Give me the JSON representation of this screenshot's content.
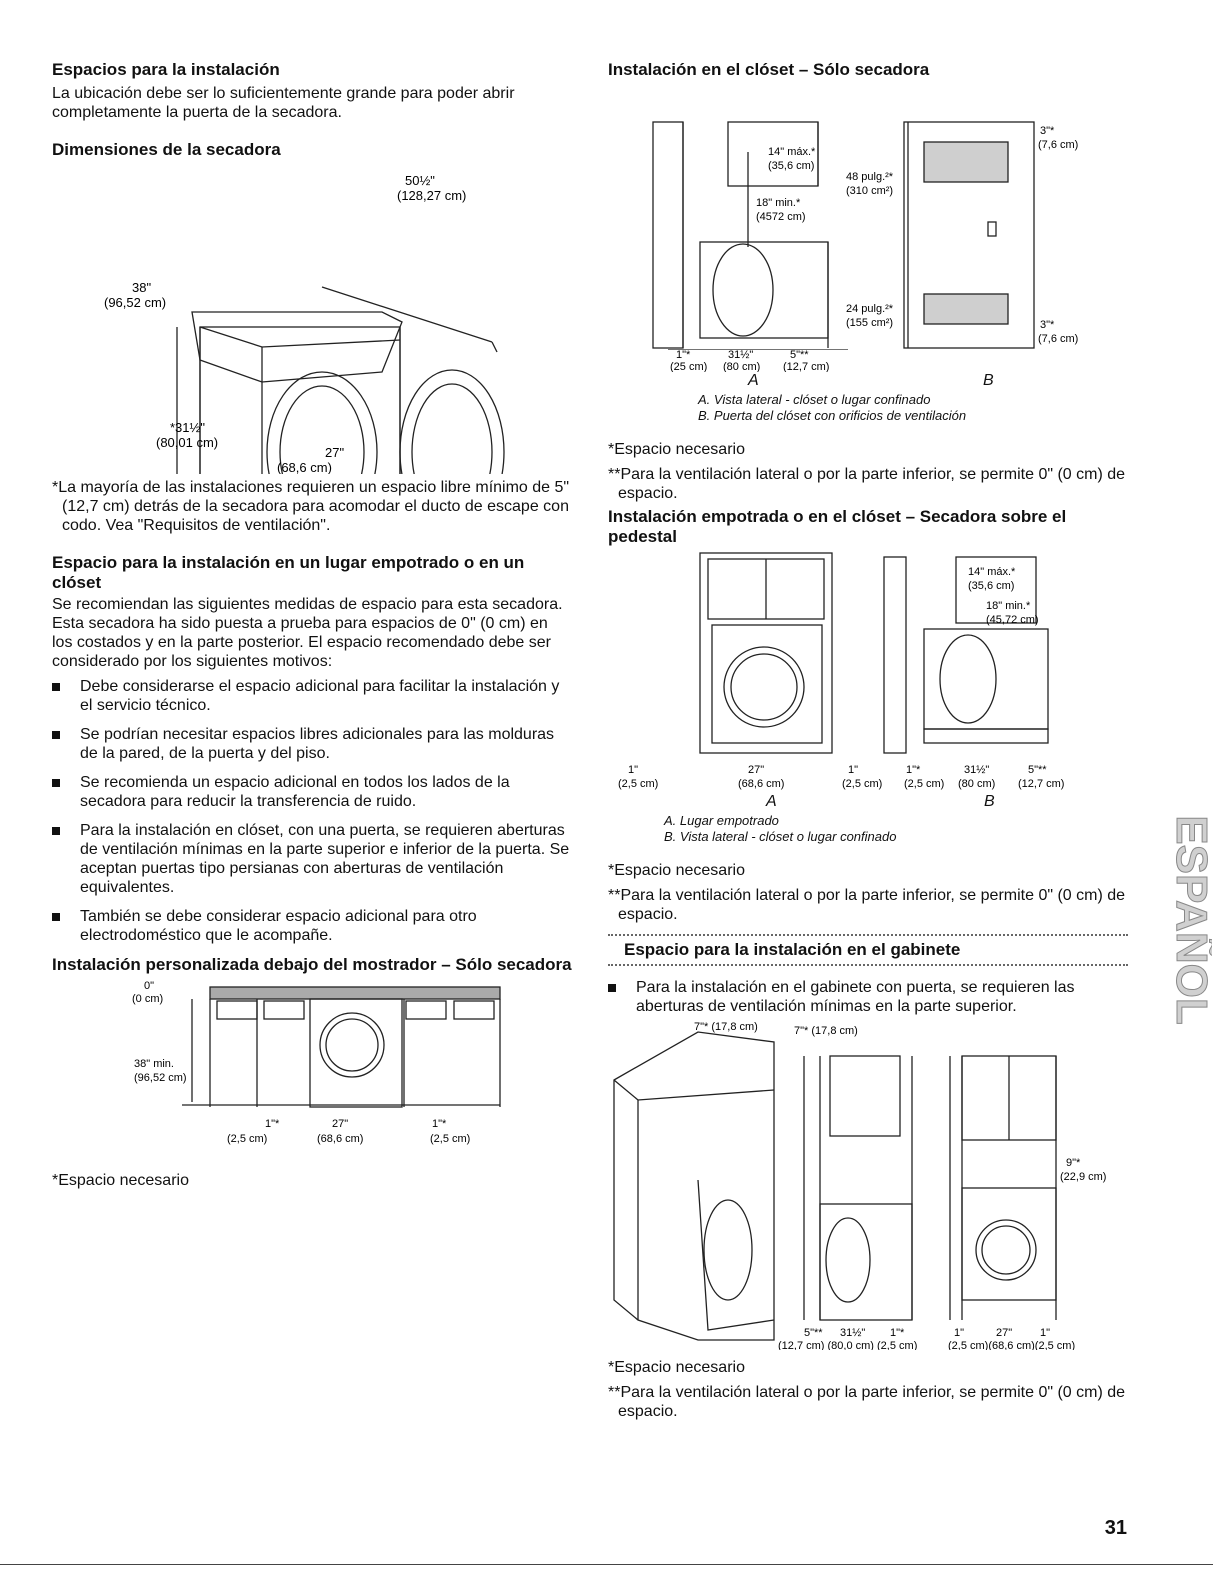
{
  "left": {
    "s1_title": "Espacios para la instalación",
    "s1_text": "La ubicación debe ser lo suficientemente grande para poder abrir completamente la puerta de la secadora.",
    "s2_title": "Dimensiones de la secadora",
    "dryer_dims": {
      "d1": "50½\"",
      "d1_cm": "(128,27 cm)",
      "d2": "38\"",
      "d2_cm": "(96,52 cm)",
      "d3": "*31½\"",
      "d3_cm": "(80,01 cm)",
      "d4": "27\"",
      "d4_cm": "(68,6 cm)"
    },
    "dims_note": "*La mayoría de las instalaciones requieren un espacio libre mínimo de 5\" (12,7 cm) detrás de la secadora para acomodar el ducto de escape con codo. Vea \"Requisitos de ventilación\".",
    "s3_title": "Espacio para la instalación en un lugar empotrado o en un clóset",
    "s3_text": "Se recomiendan las siguientes medidas de espacio para esta secadora. Esta secadora ha sido puesta a prueba para espacios de 0\" (0 cm) en los costados y en la parte posterior. El espacio recomendado debe ser considerado por los siguientes motivos:",
    "bullets": [
      "Debe considerarse el espacio adicional para facilitar la instalación y el servicio técnico.",
      "Se podrían necesitar espacios libres adicionales para las molduras de la pared, de la puerta y del piso.",
      "Se recomienda un espacio adicional en todos los lados de la secadora para reducir la transferencia de ruido.",
      "Para la instalación en clóset, con una puerta, se requieren aberturas de ventilación mínimas en la parte superior e inferior de la puerta. Se aceptan puertas tipo persianas con aberturas de ventilación equivalentes.",
      "También se debe considerar espacio adicional para otro electrodoméstico que le acompañe."
    ],
    "s4_title": "Instalación personalizada debajo del mostrador – Sólo secadora",
    "counter_dims": {
      "top": "0\"",
      "top_cm": "(0 cm)",
      "h": "38\" min.",
      "h_cm": "(96,52 cm)",
      "l": "1\"*",
      "l_cm": "(2,5 cm)",
      "w": "27\"",
      "w_cm": "(68,6 cm)",
      "r": "1\"*",
      "r_cm": "(2,5 cm)"
    },
    "s4_note": "*Espacio necesario"
  },
  "right": {
    "s5_title": "Instalación en el clóset – Sólo secadora",
    "closet_dims": {
      "max14": "14\" máx.*",
      "max14_cm": "(35,6 cm)",
      "min18": "18\" min.*",
      "min18_cm": "(4572 cm)",
      "v48": "48 pulg.²*",
      "v48_cm": "(310 cm²)",
      "v24": "24 pulg.²*",
      "v24_cm": "(155 cm²)",
      "t3": "3\"*",
      "t3_cm": "(7,6 cm)",
      "b3": "3\"*",
      "b3_cm": "(7,6 cm)",
      "l1": "1\"*",
      "l1_cm": "(25 cm)",
      "w31": "31½\"",
      "w31_cm": "(80 cm)",
      "r5": "5\"**",
      "r5_cm": "(12,7 cm)"
    },
    "closet_A": "A",
    "closet_B": "B",
    "closet_capA": "A. Vista lateral - clóset o lugar confinado",
    "closet_capB": "B. Puerta del clóset con orificios de ventilación",
    "closet_note1": "*Espacio necesario",
    "closet_note2": "**Para la ventilación lateral o por la parte inferior, se permite 0\" (0 cm) de espacio.",
    "s6_title": "Instalación empotrada o en el clóset – Secadora sobre el pedestal",
    "ped_dims": {
      "l1": "1\"",
      "l1_cm": "(2,5 cm)",
      "w27": "27\"",
      "w27_cm": "(68,6 cm)",
      "r1": "1\"",
      "r1_cm": "(2,5 cm)",
      "bl1": "1\"*",
      "bl1_cm": "(2,5 cm)",
      "bw": "31½\"",
      "bw_cm": "(80 cm)",
      "br5": "5\"**",
      "br5_cm": "(12,7 cm)",
      "max14": "14\" máx.*",
      "max14_cm": "(35,6 cm)",
      "min18": "18\" min.*",
      "min18_cm": "(45,72 cm)"
    },
    "ped_A": "A",
    "ped_B": "B",
    "ped_capA": "A. Lugar empotrado",
    "ped_capB": "B. Vista lateral - clóset o lugar confinado",
    "ped_note1": "*Espacio necesario",
    "ped_note2": "**Para la ventilación lateral o por la parte inferior, se permite 0\" (0 cm) de espacio.",
    "s7_title": "Espacio para la instalación en el gabinete",
    "s7_bullet": "Para la instalación en el gabinete con puerta, se requieren las aberturas de ventilación mínimas en la parte superior.",
    "cab_dims": {
      "a": "7\"* (17,8 cm)",
      "b": "7\"* (17,8 cm)",
      "c": "9\"*",
      "c_cm": "(22,9 cm)",
      "d": "5\"**",
      "e": "31½\"",
      "f": "1\"*",
      "g": "1\"",
      "h": "27\"",
      "i": "1\"",
      "cm_row1": "(12,7 cm) (80,0 cm) (2,5 cm)",
      "cm_row2": "(2,5 cm)(68,6 cm)(2,5 cm)"
    },
    "cab_note1": "*Espacio necesario",
    "cab_note2": "**Para la ventilación lateral o por la parte inferior, se permite 0\" (0 cm) de espacio."
  },
  "side_tab": "ESPAÑOL",
  "page_number": "31"
}
